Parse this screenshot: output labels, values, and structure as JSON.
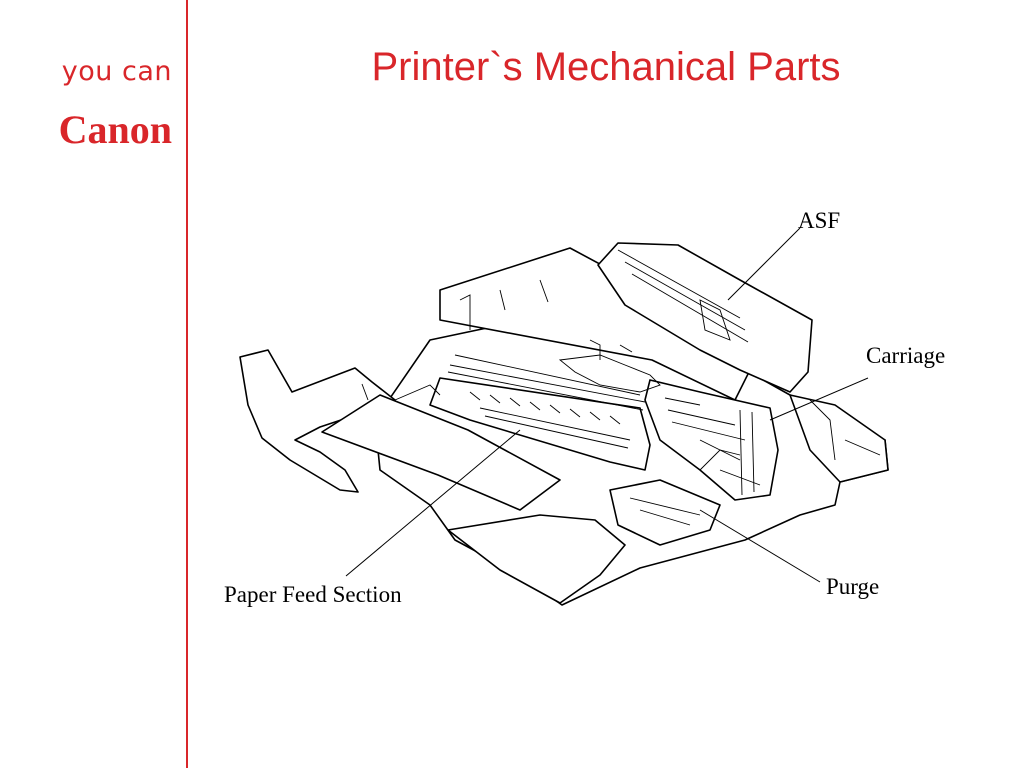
{
  "brand": {
    "tagline": "you can",
    "logo": "Canon"
  },
  "slide": {
    "title": "Printer`s Mechanical Parts"
  },
  "callouts": {
    "asf": "ASF",
    "carriage": "Carriage",
    "purge": "Purge",
    "paper_feed": "Paper Feed Section"
  },
  "colors": {
    "accent": "#d9262a",
    "line": "#000000",
    "background": "#ffffff"
  }
}
